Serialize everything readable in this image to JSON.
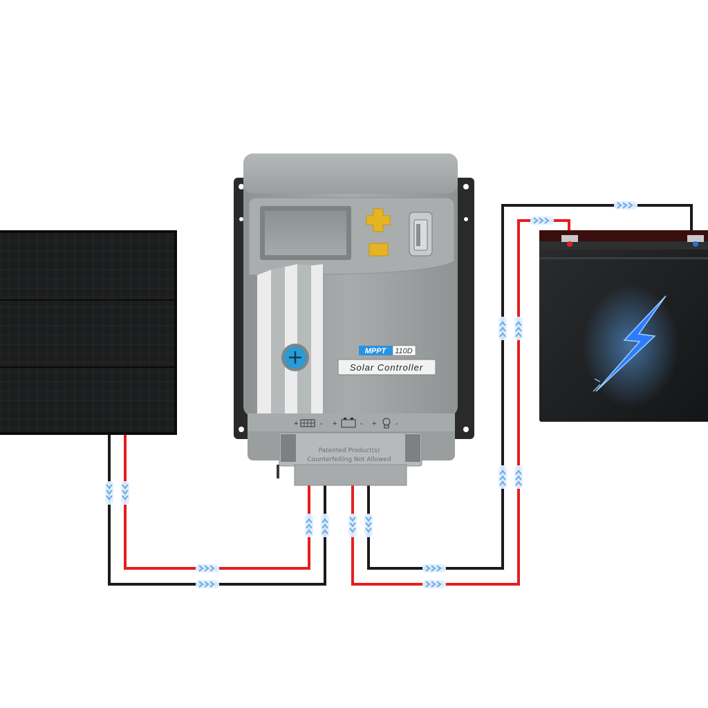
{
  "controller": {
    "brand_label": "MPPT",
    "model_label": "110D",
    "product_label": "Solar Controller",
    "terminal_labels": [
      "+",
      "-",
      "+",
      "-",
      "+",
      "-"
    ],
    "patent_line_1": "Patented Product(s)",
    "patent_line_2": "Counterfeiting Not Allowed"
  },
  "icons": {
    "panel_terminal_icon": "solar-panel-icon",
    "battery_terminal_icon": "battery-icon",
    "load_terminal_icon": "bulb-icon",
    "battery_face_icon": "lightning-bolt-icon",
    "flow_markers": "chevron-arrow-icon"
  },
  "colors": {
    "positive_wire": "#e41e1e",
    "negative_wire": "#1a1a1a",
    "controller_body": "#9ea2a3",
    "controller_buttons": "#e6b422",
    "knob": "#2b9bd4",
    "bolt": "#2f7bff"
  }
}
